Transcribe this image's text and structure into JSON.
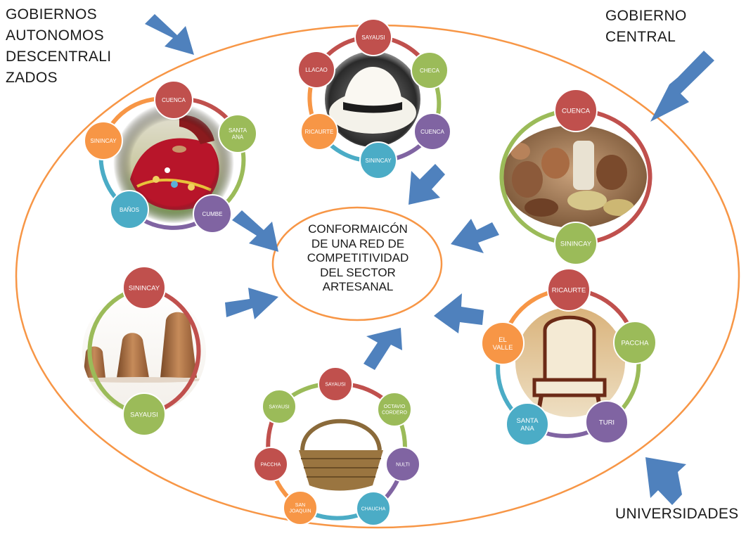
{
  "labels": {
    "gad": [
      "GOBIERNOS",
      "AUTONOMOS",
      "DESCENTRALI",
      "ZADOS"
    ],
    "gobierno_central": [
      "GOBIERNO",
      "CENTRAL"
    ],
    "universidades": "UNIVERSIDADES"
  },
  "center": [
    "CONFORMAICÓN",
    "DE UNA RED DE",
    "COMPETITIVIDAD",
    "DEL SECTOR",
    "ARTESANAL"
  ],
  "colors": {
    "red": "#c0504d",
    "green": "#9bbb59",
    "purple": "#8064a2",
    "teal": "#4bacc6",
    "orange": "#f79646",
    "arrow_blue": "#4f81bd",
    "ellipse_orange": "#f79646"
  },
  "clusters": [
    {
      "id": "weaving",
      "photo": "woman-embroidery-photo",
      "nodes": [
        {
          "label": "CUENCA",
          "color": "red"
        },
        {
          "label": "SANTA ANA",
          "color": "green"
        },
        {
          "label": "CUMBE",
          "color": "purple"
        },
        {
          "label": "BAÑOS",
          "color": "teal"
        },
        {
          "label": "SININCAY",
          "color": "orange"
        }
      ]
    },
    {
      "id": "hat",
      "photo": "panama-hat-photo",
      "nodes": [
        {
          "label": "SAYAUSI",
          "color": "red"
        },
        {
          "label": "CHECA",
          "color": "green"
        },
        {
          "label": "CUENCA",
          "color": "purple"
        },
        {
          "label": "SININCAY",
          "color": "teal"
        },
        {
          "label": "RICAURTE",
          "color": "orange"
        },
        {
          "label": "LLACAO",
          "color": "red"
        }
      ]
    },
    {
      "id": "pottery",
      "photo": "pottery-photo",
      "nodes": [
        {
          "label": "CUENCA",
          "color": "red"
        },
        {
          "label": "SININCAY",
          "color": "green"
        }
      ]
    },
    {
      "id": "tiles",
      "photo": "clay-tiles-photo",
      "nodes": [
        {
          "label": "SININCAY",
          "color": "red"
        },
        {
          "label": "SAYAUSI",
          "color": "green"
        }
      ]
    },
    {
      "id": "basket",
      "photo": "wicker-basket-photo",
      "nodes": [
        {
          "label": "SAYAUSI",
          "color": "red"
        },
        {
          "label": "OCTAVIO CORDERO",
          "color": "green"
        },
        {
          "label": "NULTI",
          "color": "purple"
        },
        {
          "label": "CHAUCHA",
          "color": "teal"
        },
        {
          "label": "SAN JOAQUIN",
          "color": "orange"
        },
        {
          "label": "PACCHA",
          "color": "red"
        },
        {
          "label": "SAYAUSI",
          "color": "green"
        }
      ]
    },
    {
      "id": "chair",
      "photo": "carved-chair-photo",
      "nodes": [
        {
          "label": "RICAURTE",
          "color": "red"
        },
        {
          "label": "PACCHA",
          "color": "green"
        },
        {
          "label": "TURI",
          "color": "purple"
        },
        {
          "label": "SANTA ANA",
          "color": "teal"
        },
        {
          "label": "EL VALLE",
          "color": "orange"
        }
      ]
    }
  ]
}
